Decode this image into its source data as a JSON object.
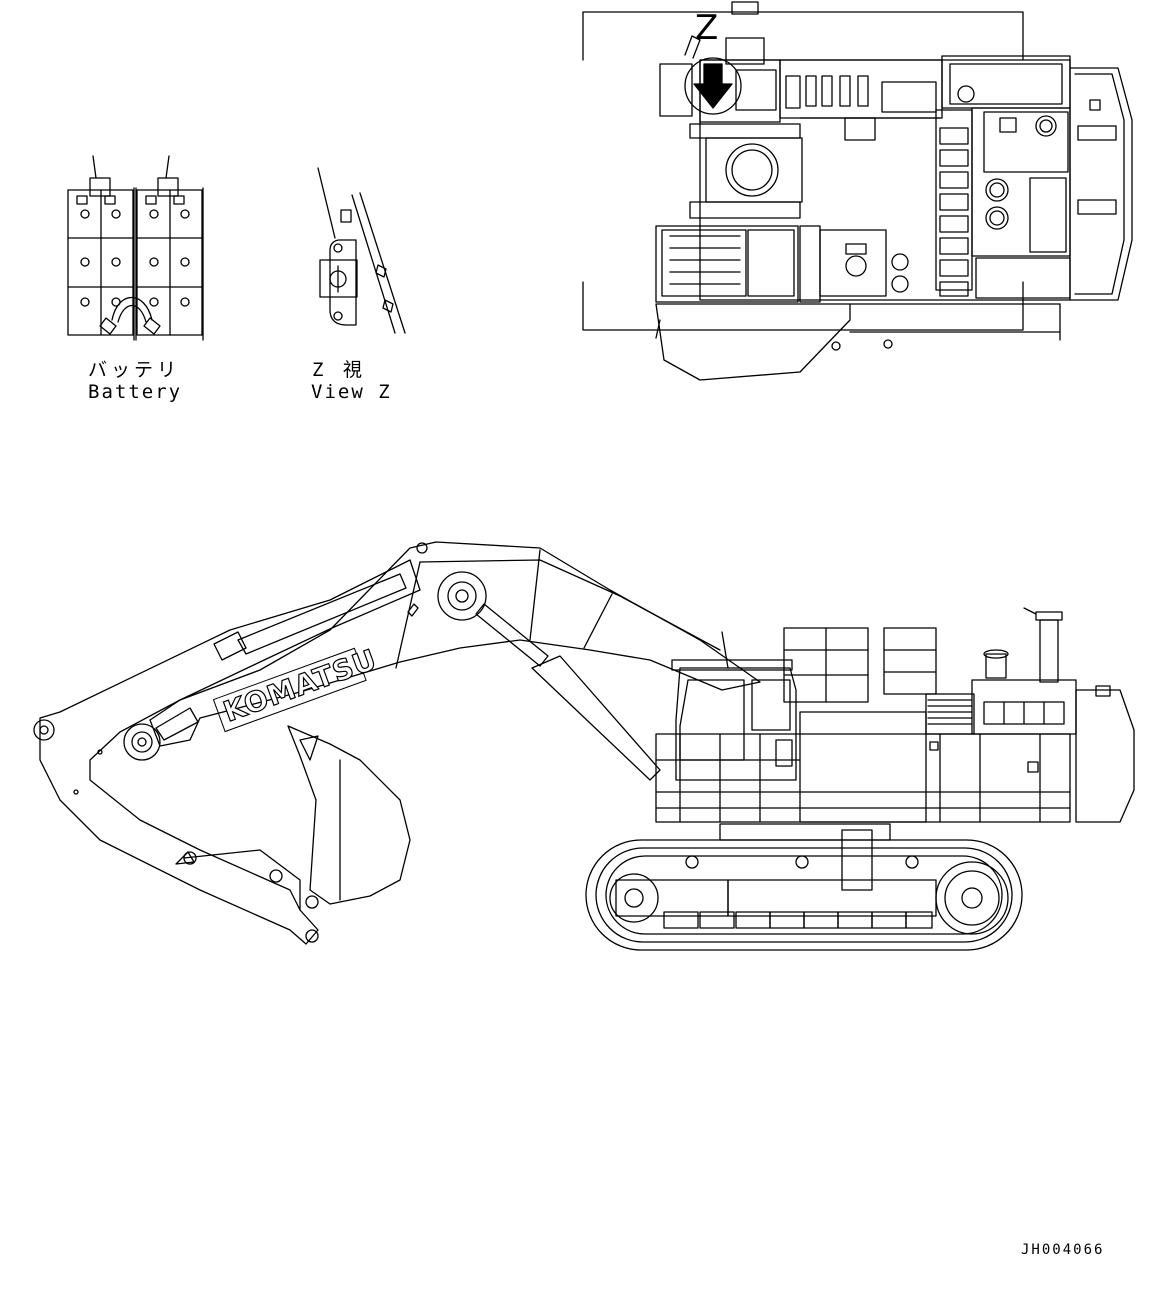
{
  "labels": {
    "battery_jp": "バッテリ",
    "battery_en": "Battery",
    "view_z_jp": "Z 視",
    "view_z_en": "View Z",
    "z_marker": "Z",
    "brand_logo": "KOMATSU",
    "doc_id": "JH004066"
  }
}
